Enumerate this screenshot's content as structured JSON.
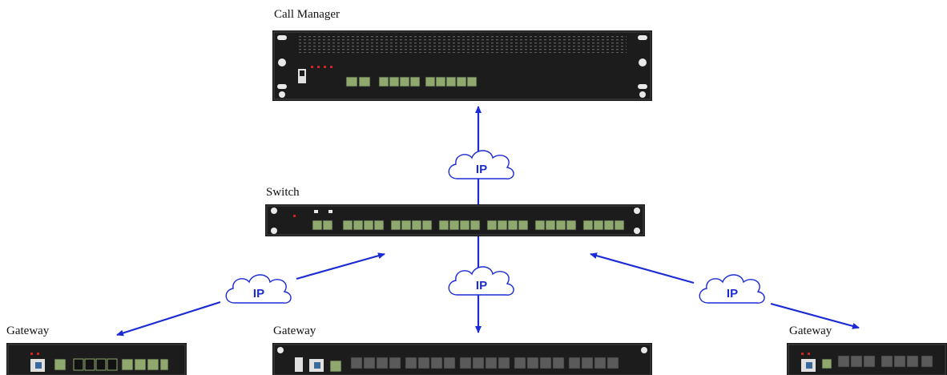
{
  "nodes": {
    "call_manager": {
      "label": "Call Manager"
    },
    "switch": {
      "label": "Switch"
    },
    "gateway_left": {
      "label": "Gateway"
    },
    "gateway_center": {
      "label": "Gateway"
    },
    "gateway_right": {
      "label": "Gateway"
    }
  },
  "links": [
    {
      "from": "switch",
      "to": "call_manager",
      "label": "IP"
    },
    {
      "from": "gateway_left",
      "to": "switch",
      "label": "IP"
    },
    {
      "from": "switch",
      "to": "gateway_center",
      "label": "IP"
    },
    {
      "from": "gateway_right",
      "to": "switch",
      "label": "IP"
    }
  ],
  "colors": {
    "arrow": "#1a2bd6",
    "device_body": "#1c1c1c",
    "port": "#8ea86e",
    "led": "#d22222"
  }
}
